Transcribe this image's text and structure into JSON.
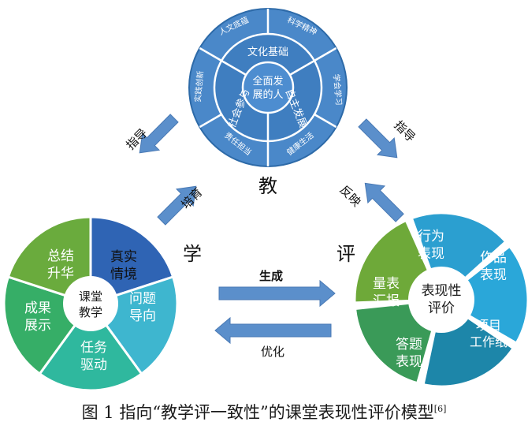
{
  "top_circle": {
    "center": "全面发展的人",
    "center_lines": [
      "全面发",
      "展的人"
    ],
    "inner_ring": [
      "文化基础",
      "自主发展",
      "社会参与"
    ],
    "outer_ring": [
      "人文底蕴",
      "科学精神",
      "学会学习",
      "健康生活",
      "责任担当",
      "实践创新"
    ]
  },
  "left_wheel": {
    "center_lines": [
      "课堂",
      "教学"
    ],
    "segments": [
      {
        "lines": [
          "真实",
          "情境"
        ]
      },
      {
        "lines": [
          "问题",
          "导向"
        ]
      },
      {
        "lines": [
          "任务",
          "驱动"
        ]
      },
      {
        "lines": [
          "成果",
          "展示"
        ]
      },
      {
        "lines": [
          "总结",
          "升华"
        ]
      }
    ]
  },
  "right_wheel": {
    "center_lines": [
      "表现性",
      "评价"
    ],
    "segments": [
      {
        "lines": [
          "行为",
          "表现"
        ]
      },
      {
        "lines": [
          "作品",
          "表现"
        ]
      },
      {
        "lines": [
          "项目",
          "工作纸"
        ]
      },
      {
        "lines": [
          "答题",
          "表现"
        ]
      },
      {
        "lines": [
          "量表",
          "汇报"
        ]
      }
    ]
  },
  "labels": {
    "jiao": "教",
    "xue": "学",
    "ping": "评",
    "zhidao_left": "指导",
    "peiyu": "培育",
    "zhidao_right": "指导",
    "fanying": "反映",
    "shengcheng": "生成",
    "youhua": "优化"
  },
  "colors": {
    "top_outer": "#4a88c9",
    "top_inner": "#3f7ec0",
    "top_core": "#4d8dd0",
    "arrow": "#5b8fcb",
    "left_segments": [
      "#2f64b4",
      "#3eb6cf",
      "#2fb89e",
      "#36ae67",
      "#6aab3d"
    ],
    "right_segments": [
      "#2b9fd0",
      "#2aa7d9",
      "#1d86a9",
      "#3a9a58",
      "#6ea939"
    ]
  },
  "caption": {
    "text": "图 1  指向“教学评一致性”的课堂表现性评价模型",
    "ref": "[6]"
  }
}
